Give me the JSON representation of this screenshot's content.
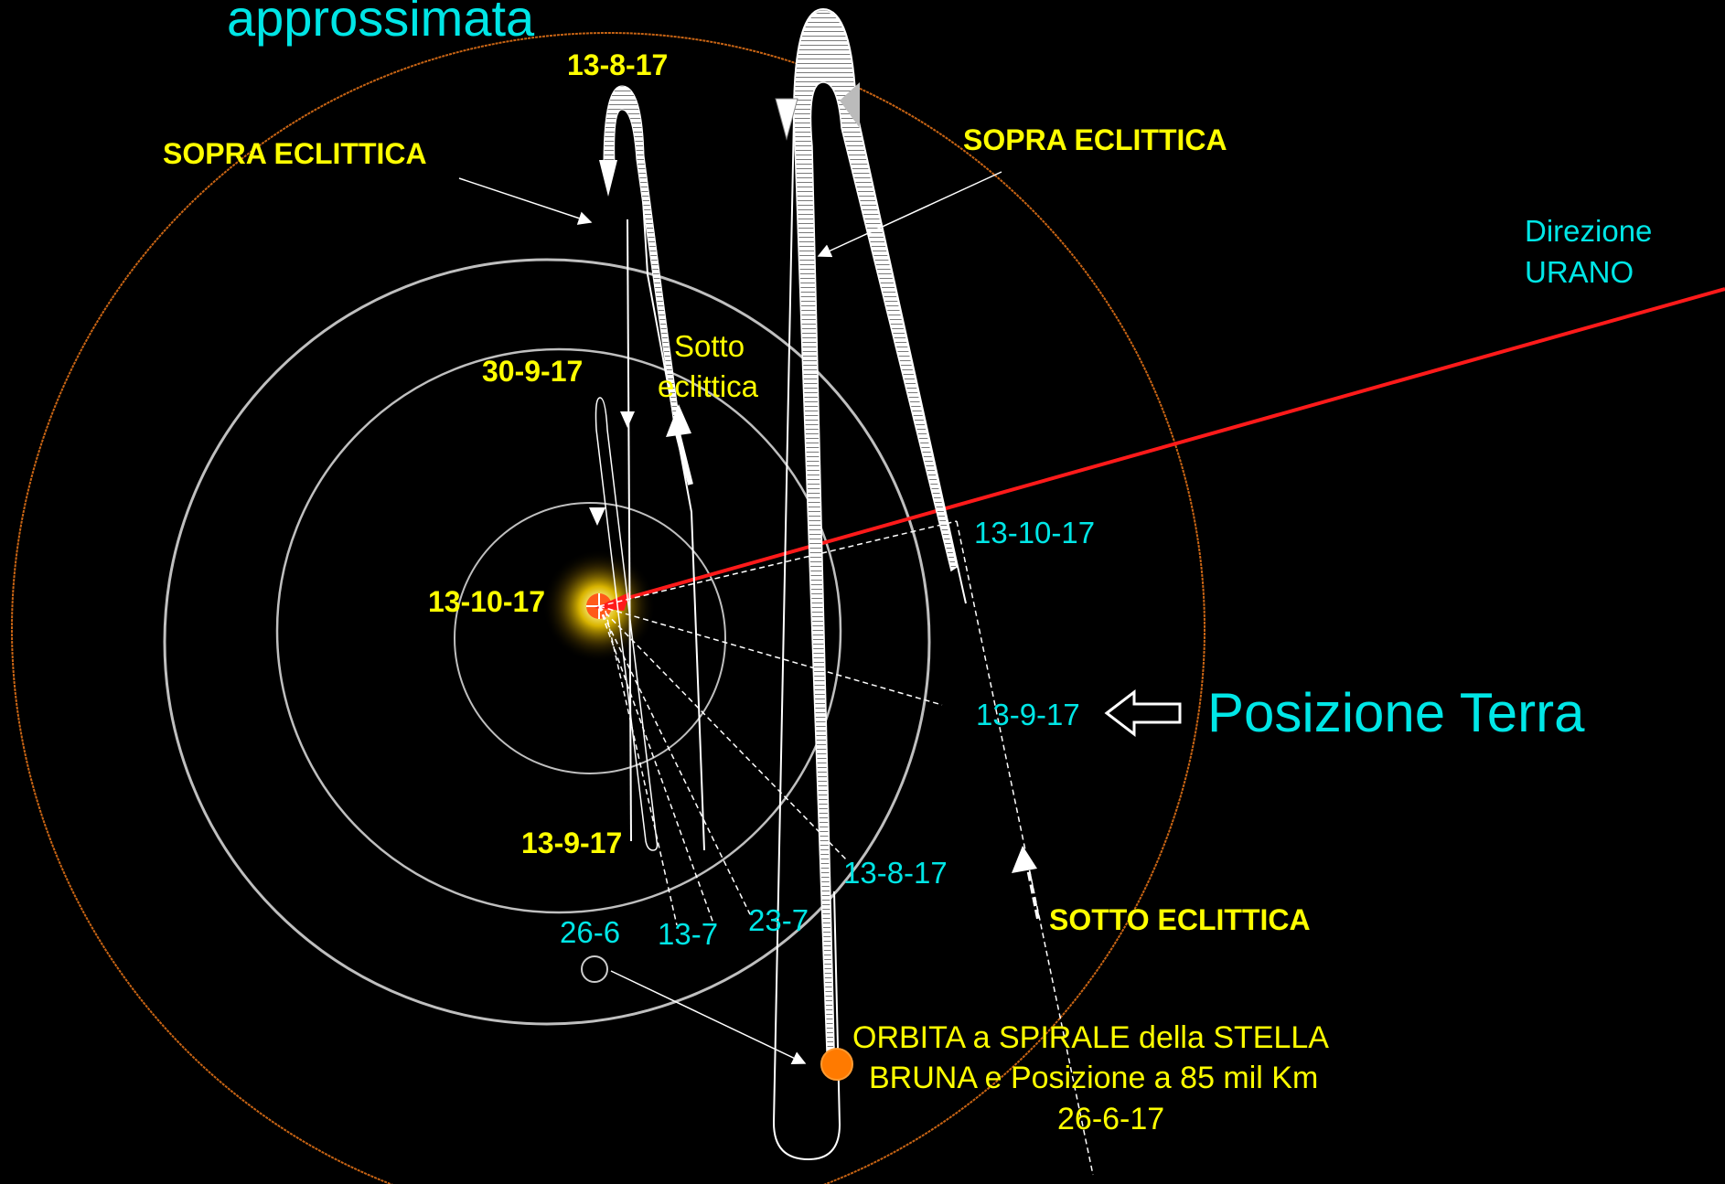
{
  "title_partial": "approssimata",
  "labels": {
    "sopra_left": "SOPRA ECLITTICA",
    "sopra_right": "SOPRA ECLITTICA",
    "sotto_ecl_caps": "SOTTO ECLITTICA",
    "sotto_line1": "Sotto",
    "sotto_line2": "eclittica",
    "direzione_line1": "Direzione",
    "direzione_line2": "URANO",
    "posizione_terra": "Posizione Terra",
    "orbita_line1": "ORBITA a SPIRALE della STELLA",
    "orbita_line2": "BRUNA e Posizione a 85 mil Km",
    "orbita_line3": "26-6-17"
  },
  "dates_yellow": {
    "top": "13-8-17",
    "d30_9": "30-9-17",
    "d13_10": "13-10-17",
    "d13_9": "13-9-17"
  },
  "dates_cyan": {
    "d13_10": "13-10-17",
    "d13_9": "13-9-17",
    "d13_8": "13-8-17",
    "d23_7": "23-7",
    "d13_7": "13-7",
    "d26_6": "26-6"
  },
  "colors": {
    "background": "#000000",
    "uranus_line": "#ff1a1a",
    "outer_orbit": "#c86414",
    "inner_orbits": "#bfbfbf",
    "yellow_text": "#ffff00",
    "cyan_text": "#00e6e6",
    "brown_dwarf": "#ff7a00"
  }
}
